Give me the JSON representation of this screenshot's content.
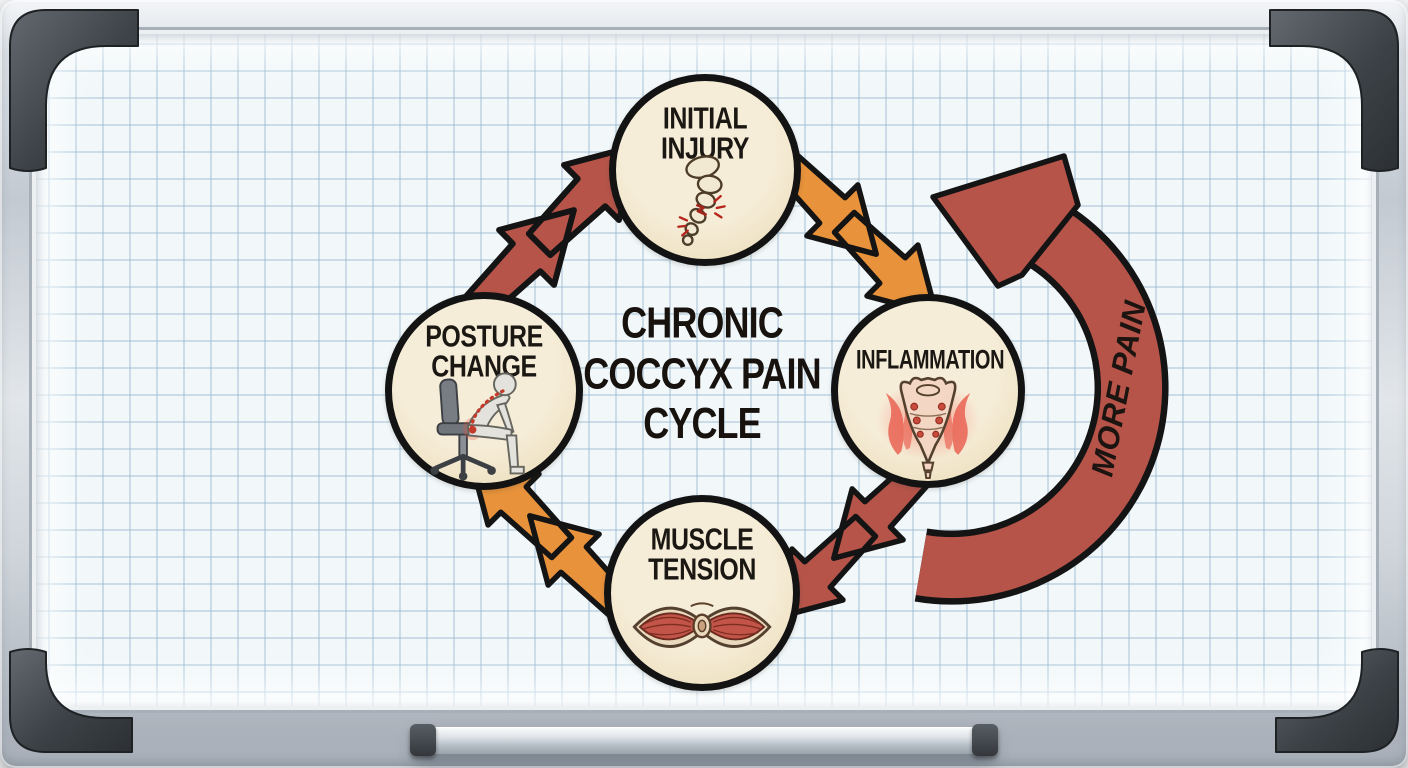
{
  "board": {
    "title_lines": [
      "CHRONIC",
      "COCCYX PAIN",
      "CYCLE"
    ]
  },
  "nodes": [
    {
      "id": "initial-injury",
      "lines": [
        "INITIAL",
        "INJURY"
      ],
      "icon": "fractured-coccyx-icon"
    },
    {
      "id": "inflammation",
      "lines": [
        "INFLAMMATION"
      ],
      "icon": "inflamed-sacrum-icon"
    },
    {
      "id": "muscle-tension",
      "lines": [
        "MUSCLE",
        "TENSION"
      ],
      "icon": "pelvic-floor-muscles-icon"
    },
    {
      "id": "posture-change",
      "lines": [
        "POSTURE",
        "CHANGE"
      ],
      "icon": "slumped-sitting-posture-icon"
    }
  ],
  "cycle_arrows": [
    {
      "from": "initial-injury",
      "to": "inflammation",
      "color_key": "arrow_orange"
    },
    {
      "from": "inflammation",
      "to": "muscle-tension",
      "color_key": "arrow_red"
    },
    {
      "from": "muscle-tension",
      "to": "posture-change",
      "color_key": "arrow_orange"
    },
    {
      "from": "posture-change",
      "to": "initial-injury",
      "color_key": "arrow_red"
    }
  ],
  "feedback_arrow": {
    "label": "MORE PAIN",
    "color_key": "arrow_red"
  },
  "colors": {
    "arrow_orange": "#E8923B",
    "arrow_red": "#B6544A",
    "node_fill": "#F1E5C9",
    "outline": "#161616",
    "grid_line": "#C9DDE9",
    "board_bg": "#F2F8FA"
  }
}
